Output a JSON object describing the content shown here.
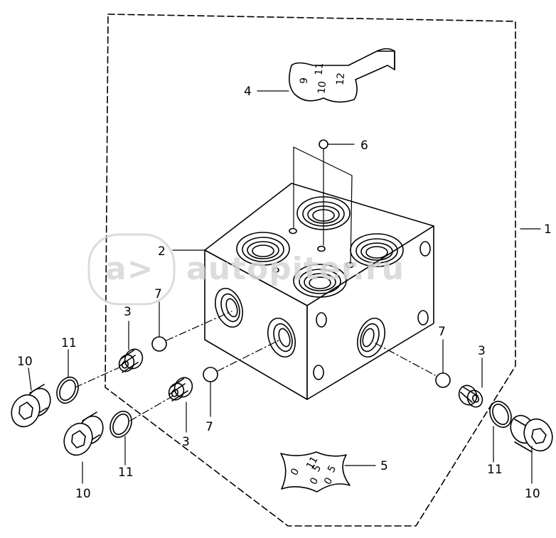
{
  "diagram": {
    "labels": {
      "l1": "1",
      "l2": "2",
      "l3a": "3",
      "l3b": "3",
      "l3c": "3",
      "l4": "4",
      "l5": "5",
      "l6": "6",
      "l7a": "7",
      "l7b": "7",
      "l7c": "7",
      "l10a": "10",
      "l10b": "10",
      "l10c": "10",
      "l11a": "11",
      "l11b": "11",
      "l11c": "11"
    },
    "plate_stamp": [
      "9",
      "11",
      "10",
      "12"
    ],
    "tag_stamp": [
      "0",
      "11",
      "0",
      "5",
      "0",
      "5"
    ],
    "watermark": {
      "logo": "a>",
      "text": "autopiter.ru"
    },
    "colors": {
      "line": "#000000",
      "watermark": "#d6d6d6"
    }
  }
}
